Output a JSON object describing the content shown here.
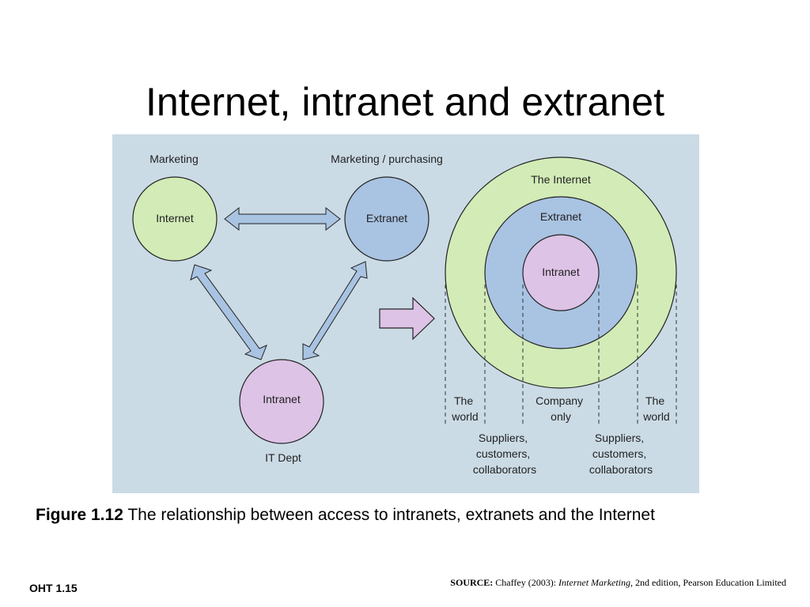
{
  "slide": {
    "title": "Internet, intranet and extranet"
  },
  "diagram": {
    "left": {
      "internet_label": "Internet",
      "internet_caption": "Marketing",
      "extranet_label": "Extranet",
      "extranet_caption": "Marketing / purchasing",
      "intranet_label": "Intranet",
      "intranet_caption": "IT Dept"
    },
    "right": {
      "outer_label": "The Internet",
      "middle_label": "Extranet",
      "inner_label": "Intranet",
      "left_world_line1": "The",
      "left_world_line2": "world",
      "company_line1": "Company",
      "company_line2": "only",
      "right_world_line1": "The",
      "right_world_line2": "world",
      "left_suppliers_line1": "Suppliers,",
      "left_suppliers_line2": "customers,",
      "left_suppliers_line3": "collaborators",
      "right_suppliers_line1": "Suppliers,",
      "right_suppliers_line2": "customers,",
      "right_suppliers_line3": "collaborators"
    },
    "colors": {
      "background": "#cbdbe5",
      "internet": "#d2ebb7",
      "extranet": "#a9c3e2",
      "intranet": "#ddc3e6",
      "arrow_fill": "#a9c3e2",
      "big_arrow_fill": "#ddc3e6",
      "outline": "#222222"
    }
  },
  "caption": {
    "figure_label": "Figure 1.12",
    "text": " The relationship between access to intranets, extranets and the Internet"
  },
  "footer": {
    "slide_number": "OHT 1.15",
    "source_label": "SOURCE:",
    "source_pre": " Chaffey (2003): ",
    "source_title": "Internet Marketing",
    "source_post": ", 2nd edition, Pearson Education Limited"
  }
}
